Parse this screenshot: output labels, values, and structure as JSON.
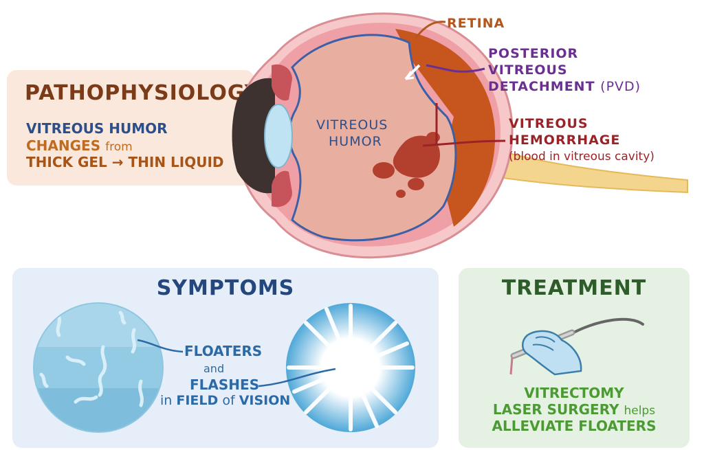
{
  "pathophysiology": {
    "title": "PATHOPHYSIOLOGY",
    "line1": "VITREOUS HUMOR",
    "line2_a": "CHANGES",
    "line2_b": "from",
    "line3_a": "THICK GEL",
    "line3_arrow": "→",
    "line3_b": "THIN LIQUID"
  },
  "eye_labels": {
    "retina": "RETINA",
    "pvd_1": "POSTERIOR",
    "pvd_2": "VITREOUS",
    "pvd_3": "DETACHMENT",
    "pvd_abbr": "(PVD)",
    "vitreous_humor_1": "VITREOUS",
    "vitreous_humor_2": "HUMOR",
    "hemorrhage_1": "VITREOUS",
    "hemorrhage_2": "HEMORRHAGE",
    "hemorrhage_note": "(blood in vitreous cavity)"
  },
  "symptoms": {
    "title": "SYMPTOMS",
    "floaters": "FLOATERS",
    "and": "and",
    "flashes": "FLASHES",
    "fov_in": "in",
    "fov_field": "FIELD",
    "fov_of": "of",
    "fov_vision": "VISION"
  },
  "treatment": {
    "title": "TREATMENT",
    "line1": "VITRECTOMY",
    "line2_a": "LASER SURGERY",
    "line2_b": "helps",
    "line3": "ALLEVIATE FLOATERS"
  },
  "colors": {
    "patho_bg": "#fbe8dc",
    "symptoms_bg": "#e6eef9",
    "treatment_bg": "#e5f1e2",
    "retina_label": "#b5561c",
    "pvd_label": "#6b2f93",
    "hemorrhage_label": "#9b2226",
    "vitreous_label": "#2c4f8c"
  }
}
